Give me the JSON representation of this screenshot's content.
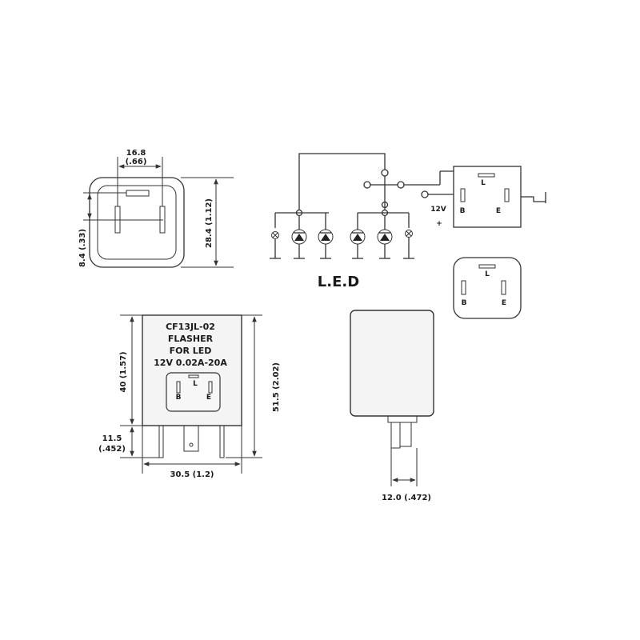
{
  "views": {
    "top_view": {
      "width_dim": "16.8",
      "width_dim_in": "(.66)",
      "height_dim": "28.4 (1.12)",
      "offset_dim": "8.4 (.33)"
    },
    "circuit": {
      "title": "L.E.D",
      "voltage": "12V",
      "polarity": "+",
      "pins": {
        "l": "L",
        "b": "B",
        "e": "E"
      }
    },
    "pin_view": {
      "pins": {
        "l": "L",
        "b": "B",
        "e": "E"
      }
    },
    "front_view": {
      "label_lines": [
        "CF13JL-02",
        "FLASHER",
        "FOR LED",
        "12V 0.02A-20A"
      ],
      "pins": {
        "l": "L",
        "b": "B",
        "e": "E"
      },
      "height_dim": "40 (1.57)",
      "total_height_dim": "51.5 (2.02)",
      "pin_dim": "11.5",
      "pin_dim_in": "(.452)",
      "width_dim": "30.5 (1.2)"
    },
    "side_view": {
      "depth_dim": "12.0 (.472)"
    }
  }
}
